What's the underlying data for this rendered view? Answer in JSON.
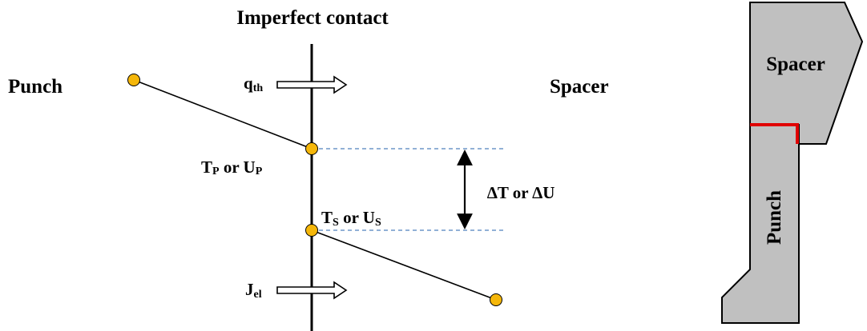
{
  "title": "Imperfect contact",
  "left_label": "Punch",
  "right_label": "Spacer",
  "heat_flux": {
    "main": "q",
    "sub": "th"
  },
  "current": {
    "main": "J",
    "sub": "el"
  },
  "punch_point": {
    "t": "T",
    "t_sub": "P",
    "mid": " or ",
    "u": "U",
    "u_sub": "P"
  },
  "spacer_point": {
    "t": "T",
    "t_sub": "S",
    "mid": " or ",
    "u": "U",
    "u_sub": "S"
  },
  "jump_label": "∆T or ∆U",
  "geometry_labels": {
    "spacer": "Spacer",
    "punch": "Punch"
  },
  "colors": {
    "node": "#f5b70a",
    "guide": "#4f81bd",
    "contact_edge": "#e00000",
    "part_fill": "#c0c0c0",
    "line": "#000000"
  }
}
